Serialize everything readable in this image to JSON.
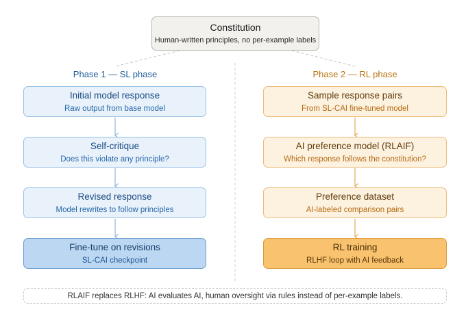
{
  "constitution": {
    "title": "Constitution",
    "subtitle": "Human-written principles, no per-example labels"
  },
  "phase1": {
    "label": "Phase 1 — SL phase",
    "steps": [
      {
        "title": "Initial model response",
        "subtitle": "Raw output from base model"
      },
      {
        "title": "Self-critique",
        "subtitle": "Does this violate any principle?"
      },
      {
        "title": "Revised response",
        "subtitle": "Model rewrites to follow principles"
      },
      {
        "title": "Fine-tune on revisions",
        "subtitle": "SL-CAI checkpoint"
      }
    ]
  },
  "phase2": {
    "label": "Phase 2 — RL phase",
    "steps": [
      {
        "title": "Sample response pairs",
        "subtitle": "From SL-CAI fine-tuned model"
      },
      {
        "title": "AI preference model (RLAIF)",
        "subtitle": "Which response follows the constitution?"
      },
      {
        "title": "Preference dataset",
        "subtitle": "AI-labeled comparison pairs"
      },
      {
        "title": "RL training",
        "subtitle": "RLHF loop with AI feedback"
      }
    ]
  },
  "footer": "RLAIF replaces RLHF: AI evaluates AI, human oversight via rules instead of per-example labels.",
  "colors": {
    "sl_accent": "#1f5b9a",
    "rl_accent": "#b8710f",
    "sl_arrow": "#8fb5dc",
    "rl_arrow": "#e3a85a",
    "connector": "#c4c4c4"
  }
}
